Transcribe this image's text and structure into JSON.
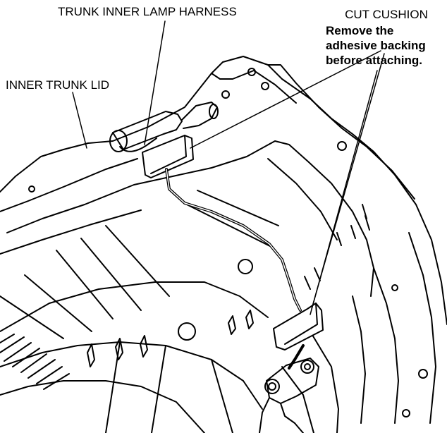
{
  "labels": {
    "harness": "TRUNK INNER LAMP HARNESS",
    "inner_lid": "INNER TRUNK LID",
    "cushion_title": "CUT CUSHION",
    "cushion_note_1": "Remove the",
    "cushion_note_2": "adhesive backing",
    "cushion_note_3": "before attaching."
  },
  "colors": {
    "line": "#000000",
    "cushion_fill": "#ffffff",
    "background": "#ffffff"
  }
}
